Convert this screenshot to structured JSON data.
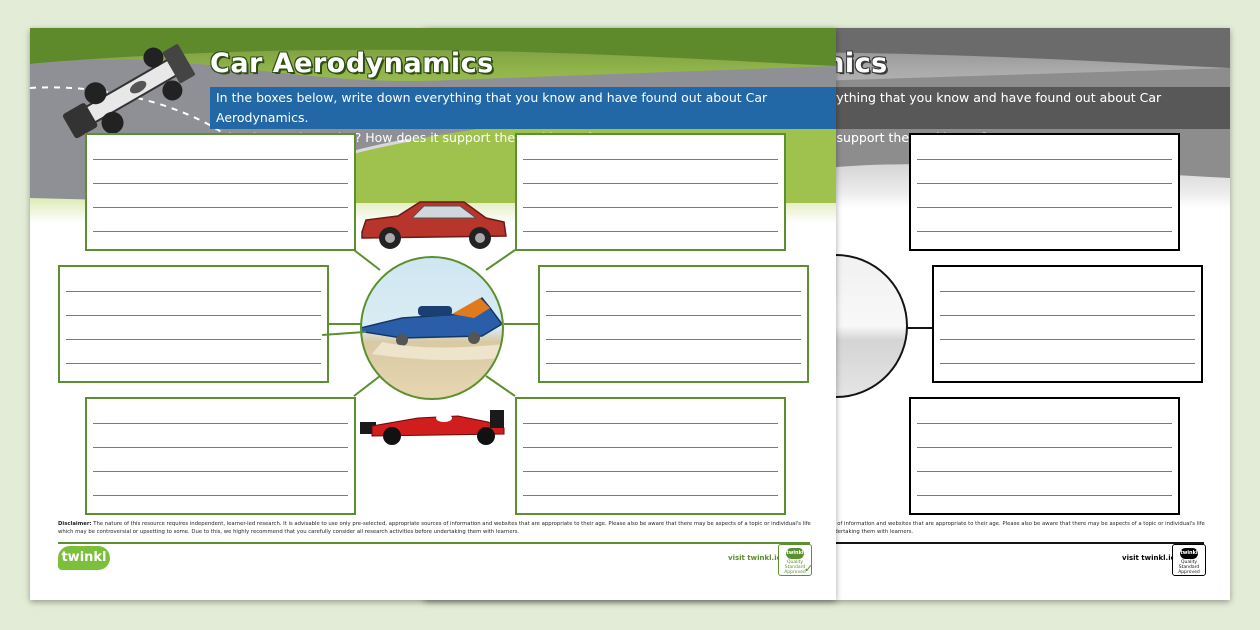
{
  "worksheet": {
    "title": "Car Aerodynamics",
    "instructions_line1": "In the boxes below, write down everything that you know and have found out about Car Aerodynamics.",
    "instructions_line2": "What is aerodynamics? How does it support the workings of a car?",
    "disclaimer_label": "Disclaimer:",
    "disclaimer_text": "The nature of this resource requires independent, learner-led research. It is advisable to use only pre-selected, appropriate sources of information and websites that are appropriate to their age. Please also be aware that there may be aspects of a topic or individual's life which may be controversial or upsetting to some. Due to this, we highly recommend that you carefully consider all research activities before undertaking them with learners.",
    "logo_text": "twinkl",
    "visit_text": "visit twinkl.ie",
    "badge_brand": "twinkl",
    "badge_text": "Quality Standard Approved"
  },
  "colors": {
    "background": "#e3ecd6",
    "accent_green": "#5c8f2f",
    "instruction_blue": "#2267a6",
    "logo_green": "#7bbf3a"
  },
  "icons": [
    "formula-one-car-icon",
    "red-sedan-car-icon",
    "red-racing-car-icon",
    "rocket-car-icon",
    "twinkl-logo-icon",
    "quality-badge-icon"
  ]
}
